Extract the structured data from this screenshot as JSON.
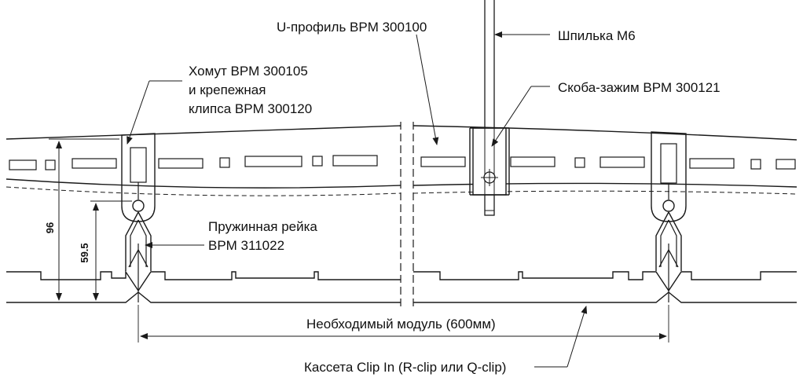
{
  "labels": {
    "u_profile": "U-профиль BPM 300100",
    "stud": "Шпилька M6",
    "clamp_line1": "Хомут BPM 300105",
    "clamp_line2": "и крепежная",
    "clamp_line3": "клипса BPM 300120",
    "bracket": "Скоба-зажим BPM 300121",
    "spring_line1": "Пружинная рейка",
    "spring_line2": "BPM 311022",
    "module": "Необходимый модуль (600мм)",
    "cassette": "Кассета Clip In (R-clip или Q-clip)"
  },
  "dimensions": {
    "height_total": "96",
    "height_spring": "59.5"
  }
}
